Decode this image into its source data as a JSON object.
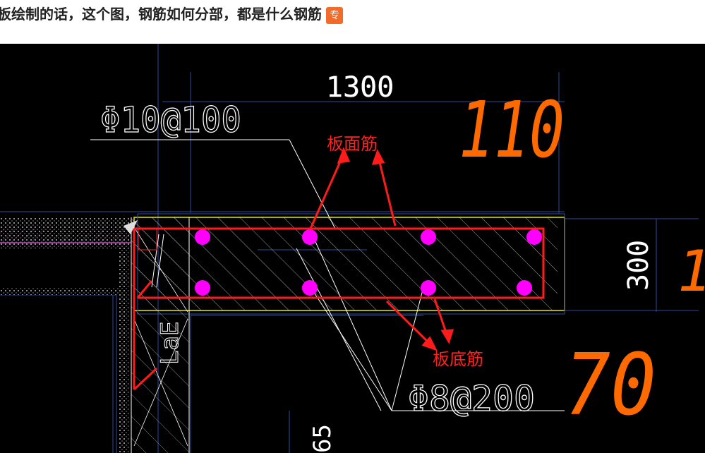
{
  "question": {
    "title": "板绘制的话，这个图，钢筋如何分部，都是什么钢筋",
    "badge": "专"
  },
  "drawing": {
    "dim_width": "1300",
    "dim_height": "300",
    "dim_bottom": "65",
    "top_rebar_spec": "Φ10@100",
    "bottom_rebar_spec": "Φ8@200",
    "vertical_label": "LaE",
    "annotation_top_label": "板面筋",
    "annotation_bottom_label": "板底筋",
    "handwritten_1": "110",
    "handwritten_2": "70",
    "handwritten_3": "1",
    "colors": {
      "background": "#000000",
      "cad_line": "#ffffff",
      "dimension": "#2f4a9c",
      "slab_outline": "#e8e800",
      "rebar_outline": "#ff1b1b",
      "rebar_dot": "#ff00ff",
      "annotation_text": "#ff2020",
      "handwriting": "#ff6a00"
    }
  }
}
